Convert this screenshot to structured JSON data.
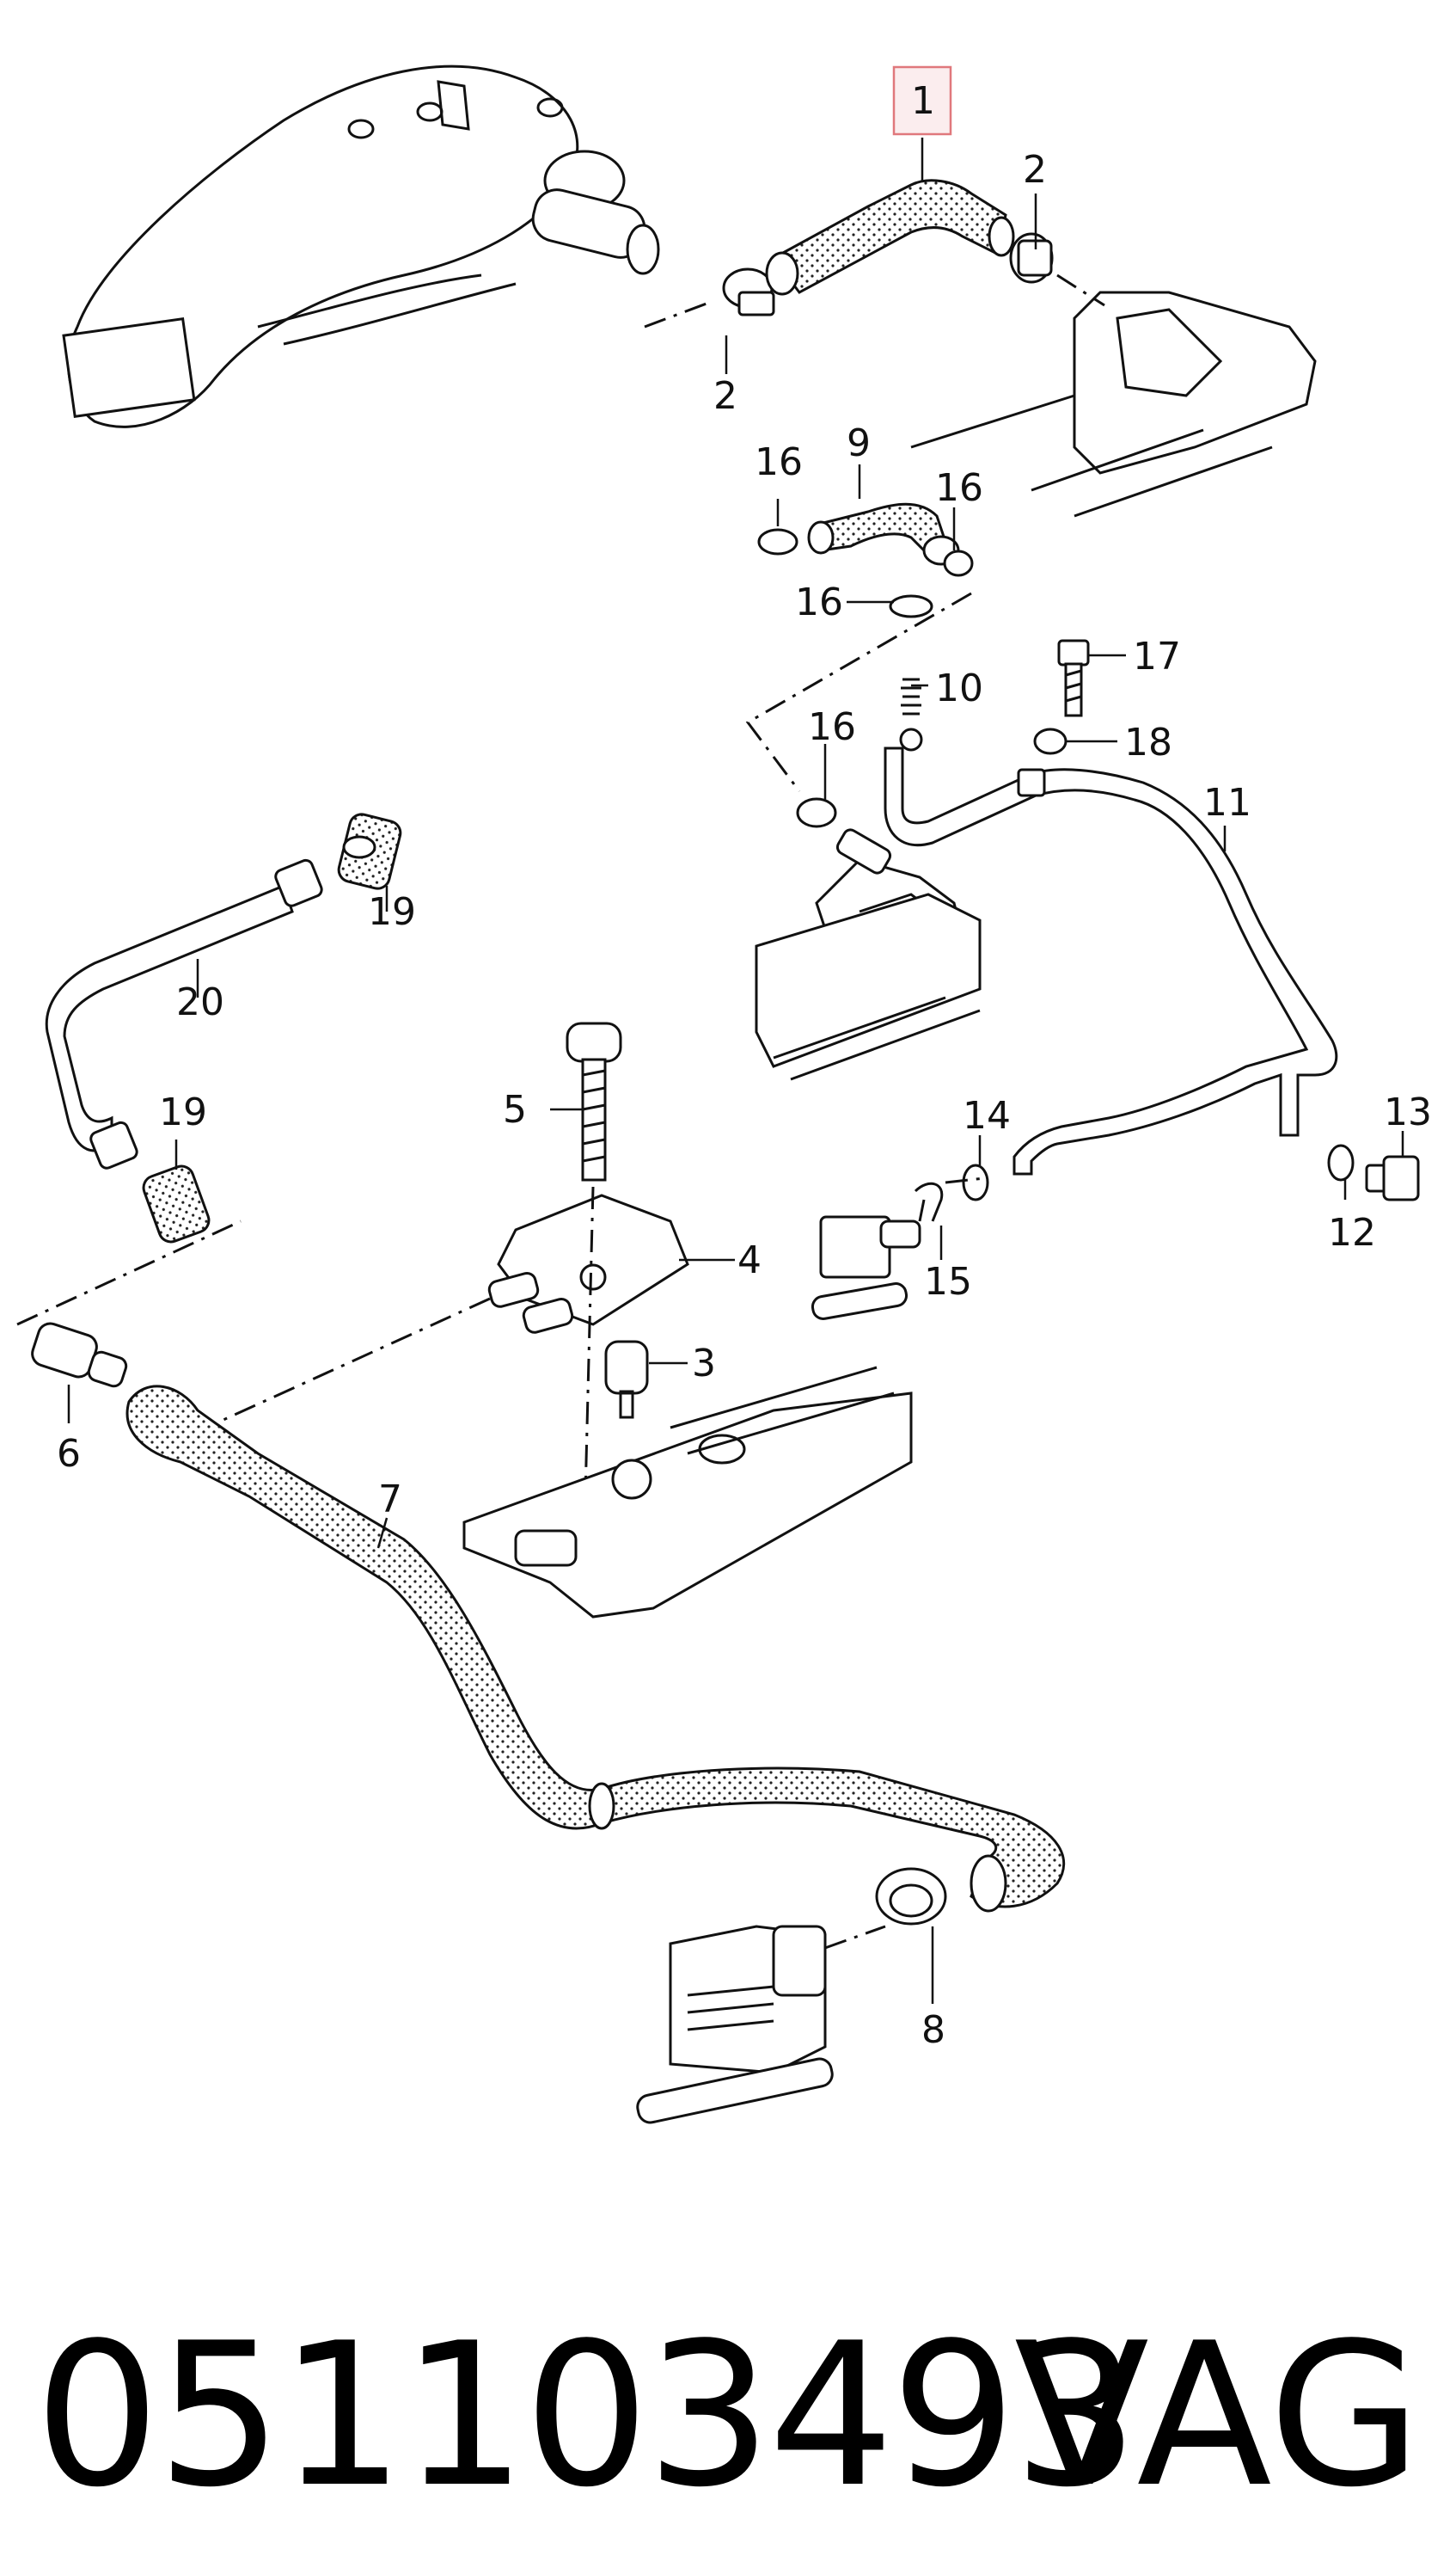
{
  "callouts": {
    "c1": "1",
    "c2a": "2",
    "c2b": "2",
    "c3": "3",
    "c4": "4",
    "c5": "5",
    "c6": "6",
    "c7": "7",
    "c8": "8",
    "c9": "9",
    "c10": "10",
    "c11": "11",
    "c12": "12",
    "c13": "13",
    "c14": "14",
    "c15": "15",
    "c16a": "16",
    "c16b": "16",
    "c16c": "16",
    "c16d": "16",
    "c17": "17",
    "c18": "18",
    "c19a": "19",
    "c19b": "19",
    "c20": "20"
  },
  "footer": {
    "part_number": "051103493",
    "brand": "VAG"
  },
  "highlight_color": "#e0787c"
}
